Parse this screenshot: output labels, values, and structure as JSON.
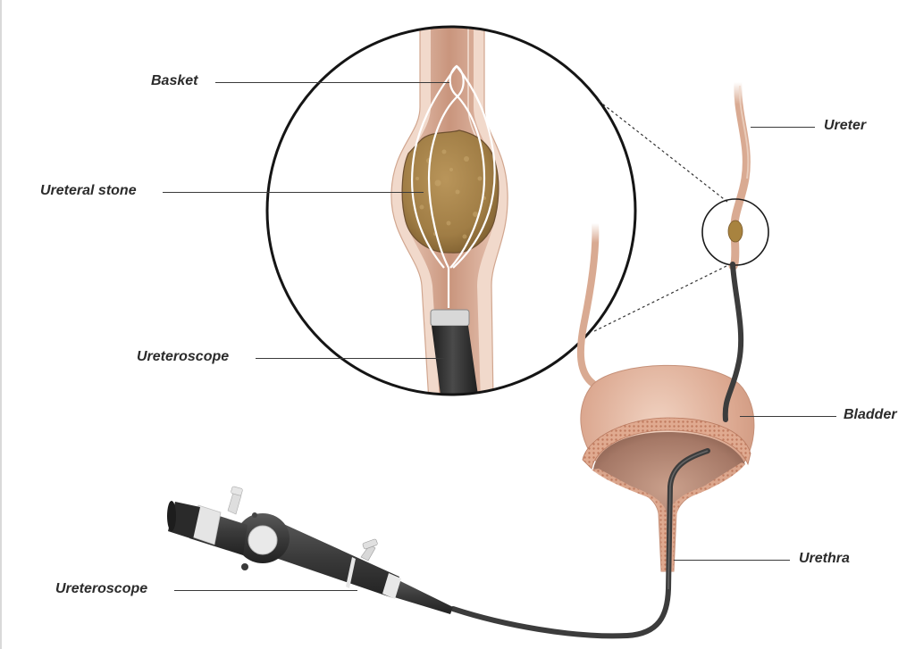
{
  "diagram": {
    "subject": "Ureteroscopic basket extraction of a ureteral stone",
    "labels": {
      "basket": "Basket",
      "ureteral_stone": "Ureteral stone",
      "ureteroscope_inset": "Ureteroscope",
      "ureter": "Ureter",
      "bladder": "Bladder",
      "urethra": "Urethra",
      "ureteroscope_device": "Ureteroscope"
    },
    "colors": {
      "tissue": "#d9aa92",
      "tissue_dark": "#b98670",
      "tissue_light": "#f2dccf",
      "stone": "#a07d45",
      "scope_black": "#2e2e2e",
      "wire": "#ffffff",
      "outline": "#1a1a1a",
      "label_text": "#2b2b2b"
    }
  }
}
